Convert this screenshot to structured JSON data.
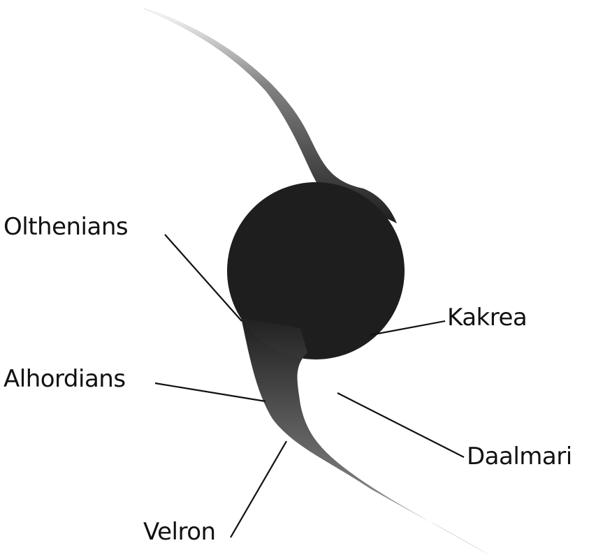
{
  "diagram": {
    "labels": {
      "olthenians": "Olthenians",
      "kakrea": "Kakrea",
      "alhordians": "Alhordians",
      "daalmari": "Daalmari",
      "velron": "Velron"
    },
    "colors": {
      "body": "#1a1a1a",
      "stipple_light": "#5a5a5a",
      "leader_line": "#111111",
      "background": "#ffffff"
    }
  }
}
